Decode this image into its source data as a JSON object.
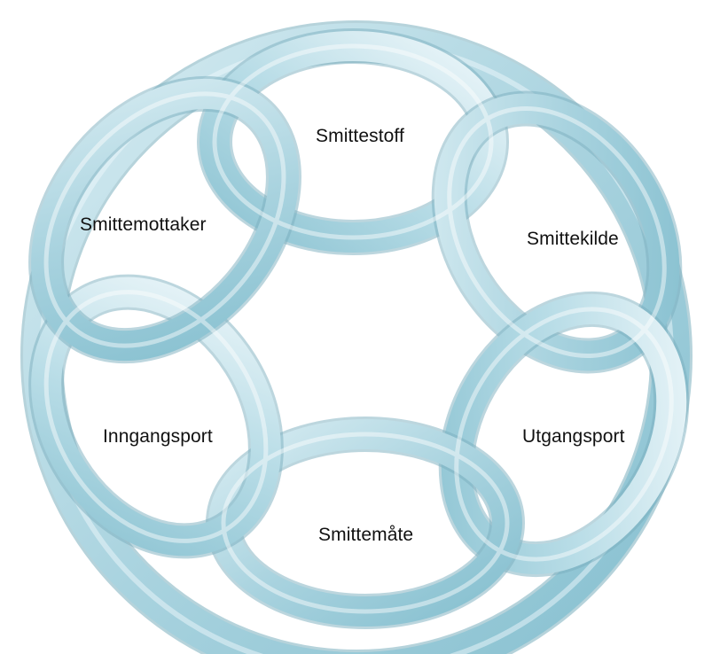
{
  "diagram": {
    "labels": {
      "smittestoff": "Smittestoff",
      "smittekilde": "Smittekilde",
      "utgangsport": "Utgangsport",
      "smittemate": "Smittemåte",
      "inngangsport": "Inngangsport",
      "smittemottaker": "Smittemottaker"
    },
    "ring_colors": {
      "edge": "#8fc6d4",
      "mid": "#bfe0ea",
      "highlight": "#f3f9fb",
      "outline": "#7aaebe"
    }
  }
}
